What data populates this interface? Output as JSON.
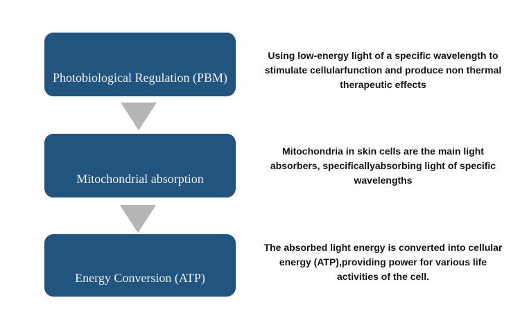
{
  "diagram": {
    "steps": [
      {
        "box_label": "Photobiological Regulation (PBM)",
        "description_lines": [
          "Using low-energy light of a specific wavelength to",
          "stimulate cellularfunction and produce non thermal",
          "therapeutic effects"
        ]
      },
      {
        "box_label": "Mitochondrial absorption",
        "description_lines": [
          "Mitochondria in skin cells are the main light",
          "absorbers, specificallyabsorbing light of specific",
          "wavelengths"
        ]
      },
      {
        "box_label": "Energy Conversion (ATP)",
        "description_lines": [
          "The absorbed light energy is converted into cellular",
          "energy (ATP),providing power for various life",
          "activities of the cell."
        ]
      }
    ],
    "colors": {
      "background": "#FFFFFF",
      "box_fill": "#21547E",
      "box_text": "#F0F2F5",
      "arrow_fill": "#B5B5B5",
      "description_text": "#141414"
    }
  }
}
